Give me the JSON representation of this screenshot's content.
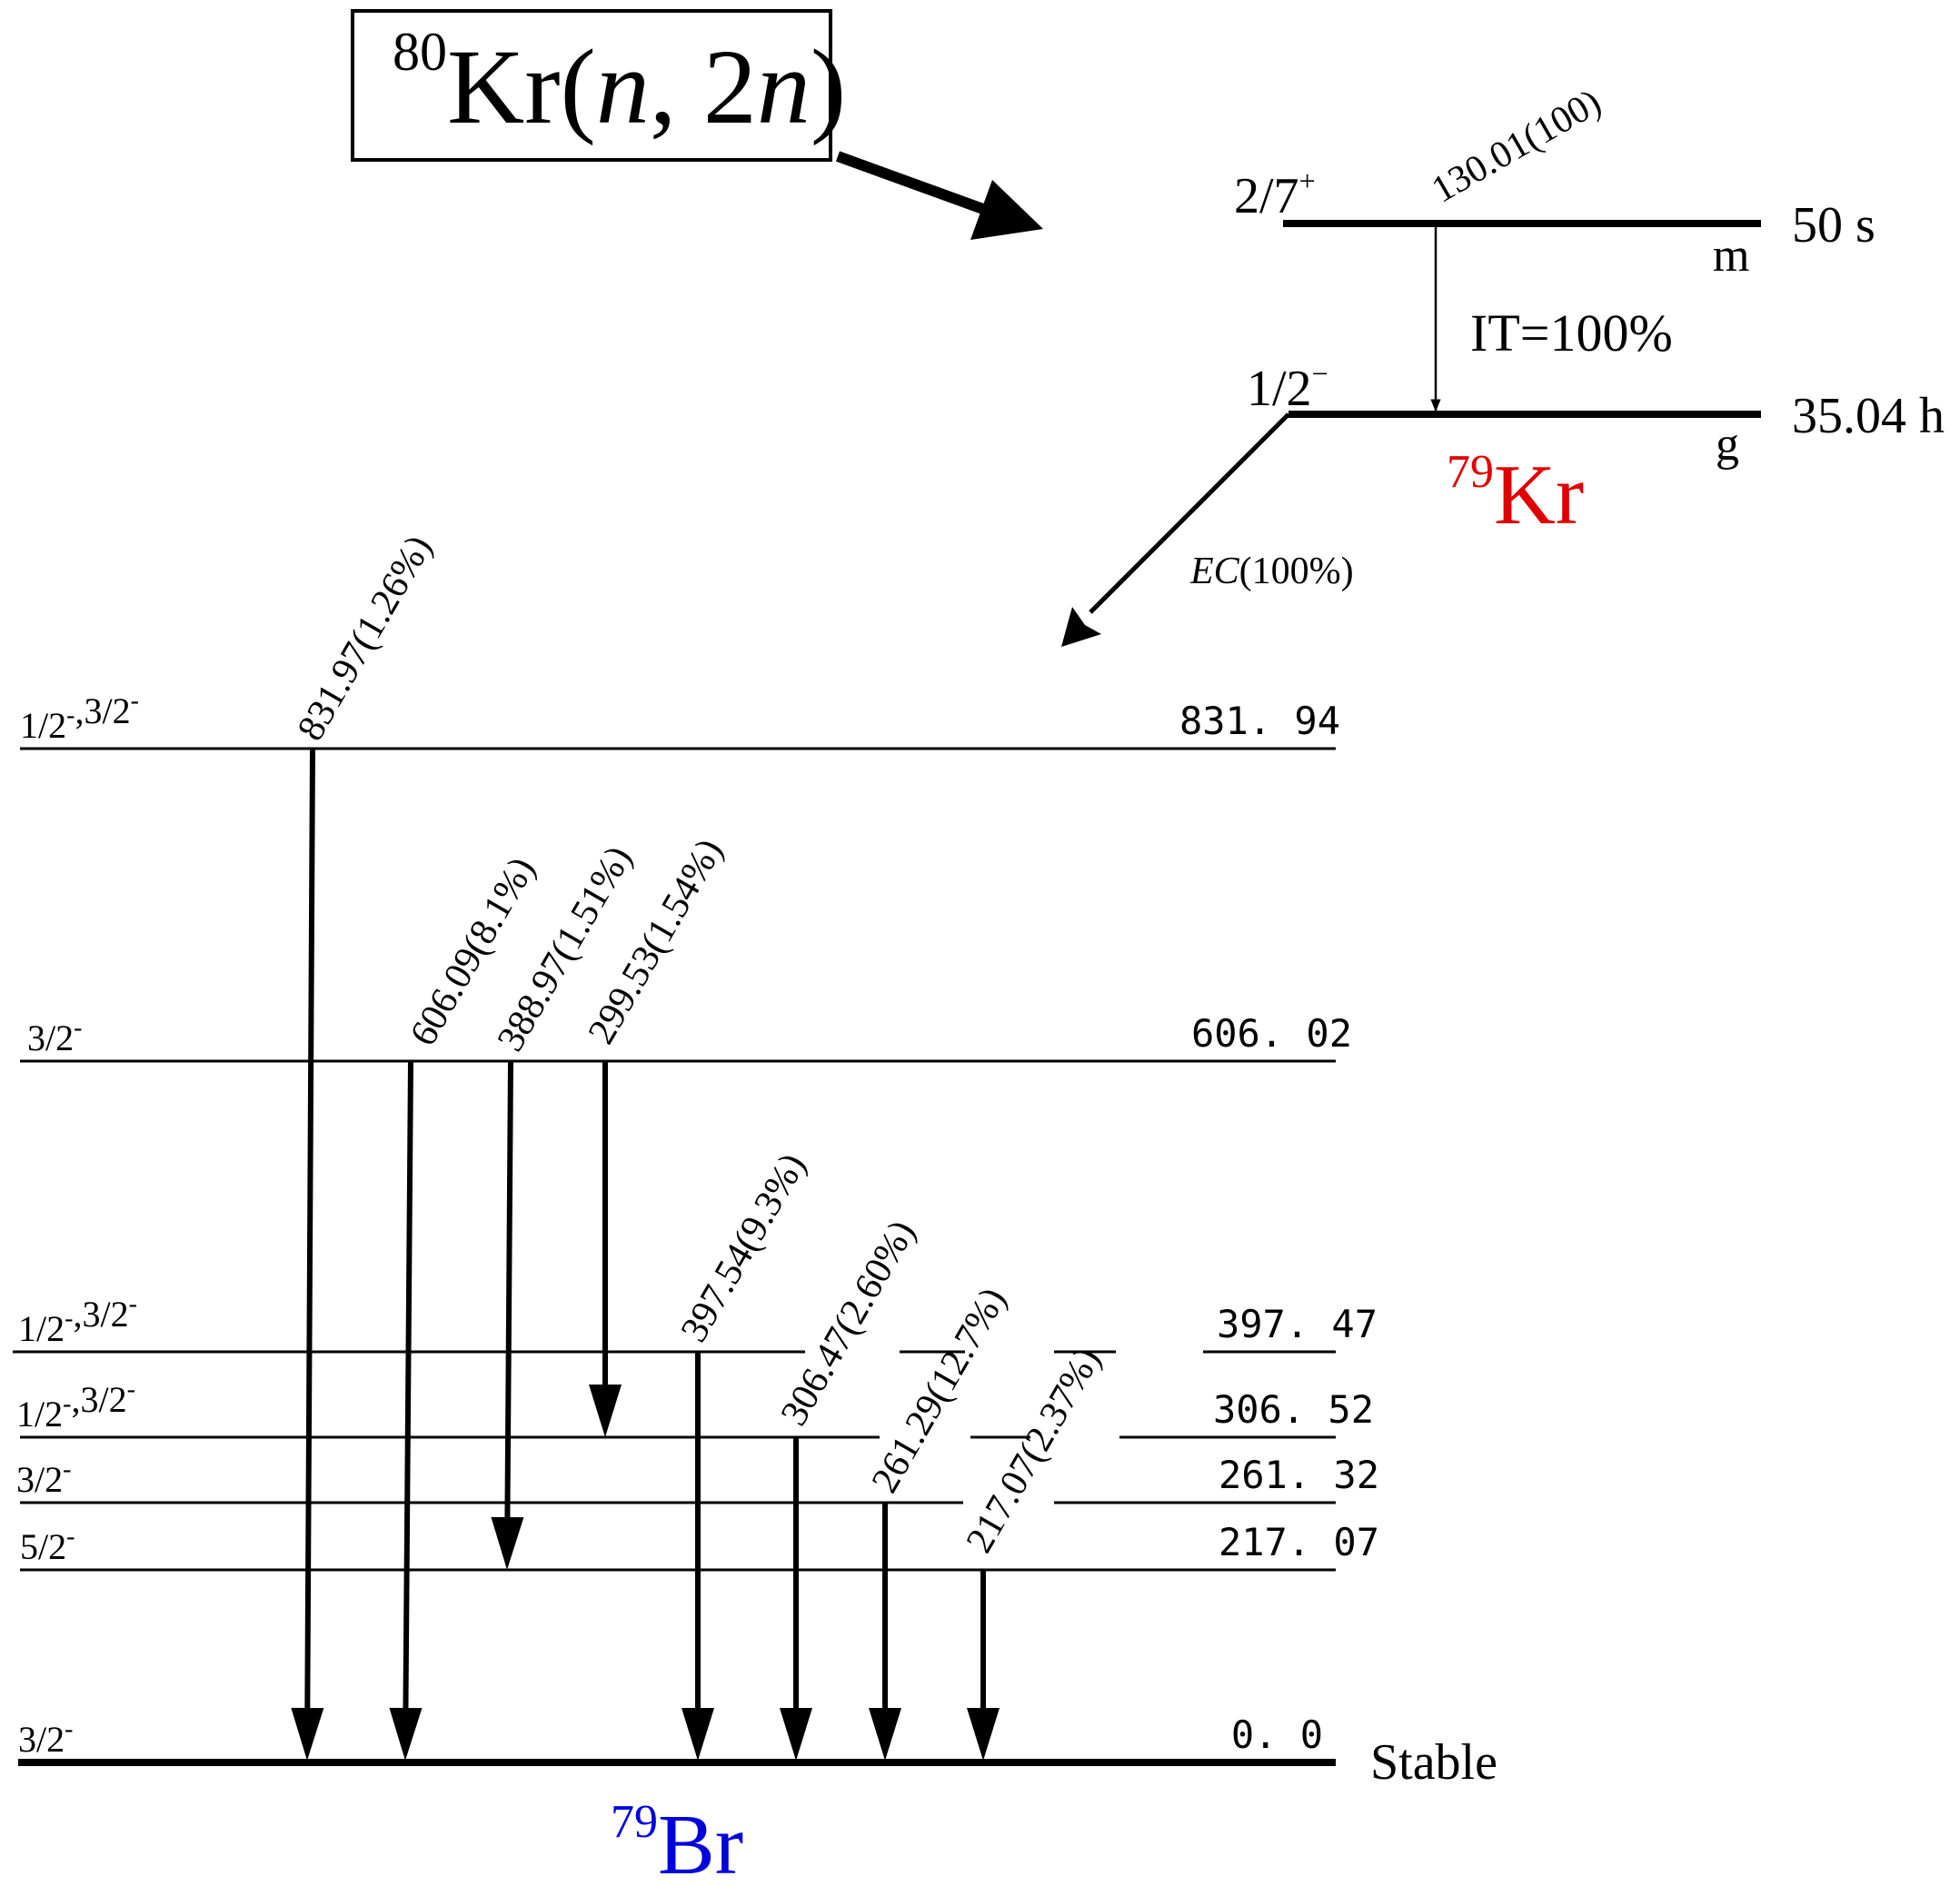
{
  "reaction": {
    "mass": "80",
    "symbol": "Kr",
    "open": "(",
    "n1": "n",
    "comma": ", 2",
    "n2": "n",
    "close": ")"
  },
  "parent": {
    "mass": "79",
    "symbol": "Kr",
    "metastable": {
      "spin_base": "2/7",
      "spin_sup": "+",
      "letter": "m",
      "halflife": "50 s",
      "gamma": "130.01(100)"
    },
    "ground": {
      "spin_base": "1/2",
      "spin_sup": "−",
      "letter": "g",
      "halflife": "35.04 h"
    },
    "it_label": "IT=100%",
    "ec_italic": "EC",
    "ec_rest": "(100%)"
  },
  "daughter": {
    "mass": "79",
    "symbol": "Br",
    "stable": "Stable",
    "levels": [
      {
        "energy": "831. 94",
        "spin": [
          [
            "1/2",
            "-"
          ],
          [
            ",3/2",
            "-"
          ]
        ]
      },
      {
        "energy": "606. 02",
        "spin": [
          [
            "3/2",
            "-"
          ]
        ]
      },
      {
        "energy": "397. 47",
        "spin": [
          [
            "1/2",
            "-"
          ],
          [
            ",3/2",
            "-"
          ]
        ]
      },
      {
        "energy": "306. 52",
        "spin": [
          [
            "1/2",
            "-"
          ],
          [
            ",3/2",
            "-"
          ]
        ]
      },
      {
        "energy": "261. 32",
        "spin": [
          [
            "3/2",
            "-"
          ]
        ]
      },
      {
        "energy": "217. 07",
        "spin": [
          [
            "5/2",
            "-"
          ]
        ]
      },
      {
        "energy": "0. 0",
        "spin": [
          [
            "3/2",
            "-"
          ]
        ]
      }
    ],
    "gammas": [
      "831.97(1.26%)",
      "606.09(8.1%)",
      "388.97(1.51%)",
      "299.53(1.54%)",
      "397.54(9.3%)",
      "306.47(2.60%)",
      "261.29(12.7%)",
      "217.07(2.37%)"
    ]
  }
}
